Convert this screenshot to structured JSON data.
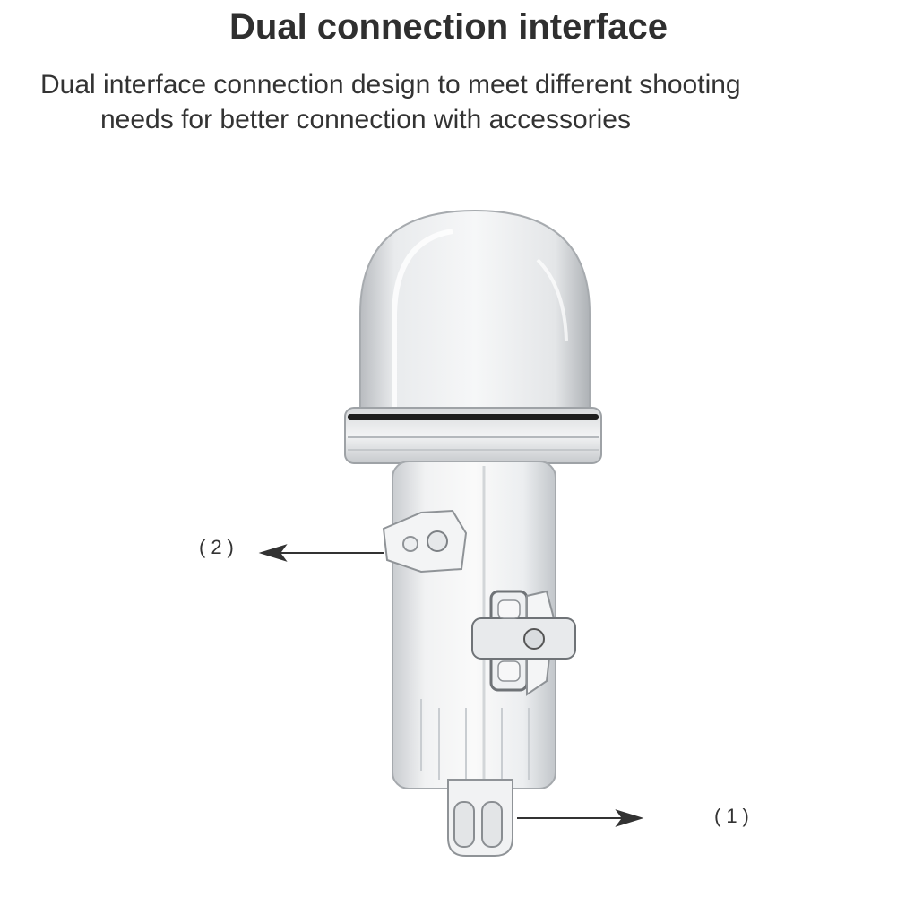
{
  "heading": "Dual connection interface",
  "description": {
    "line1": "Dual interface connection design to meet different shooting",
    "line2": "needs for better connection with accessories"
  },
  "callouts": {
    "side_interface": "(2)",
    "bottom_interface": "(1)"
  },
  "colors": {
    "text": "#2f2f2f",
    "arrow": "#333333",
    "housing_outline": "#9aa0a6",
    "seal_ring": "#1e1e1e"
  }
}
